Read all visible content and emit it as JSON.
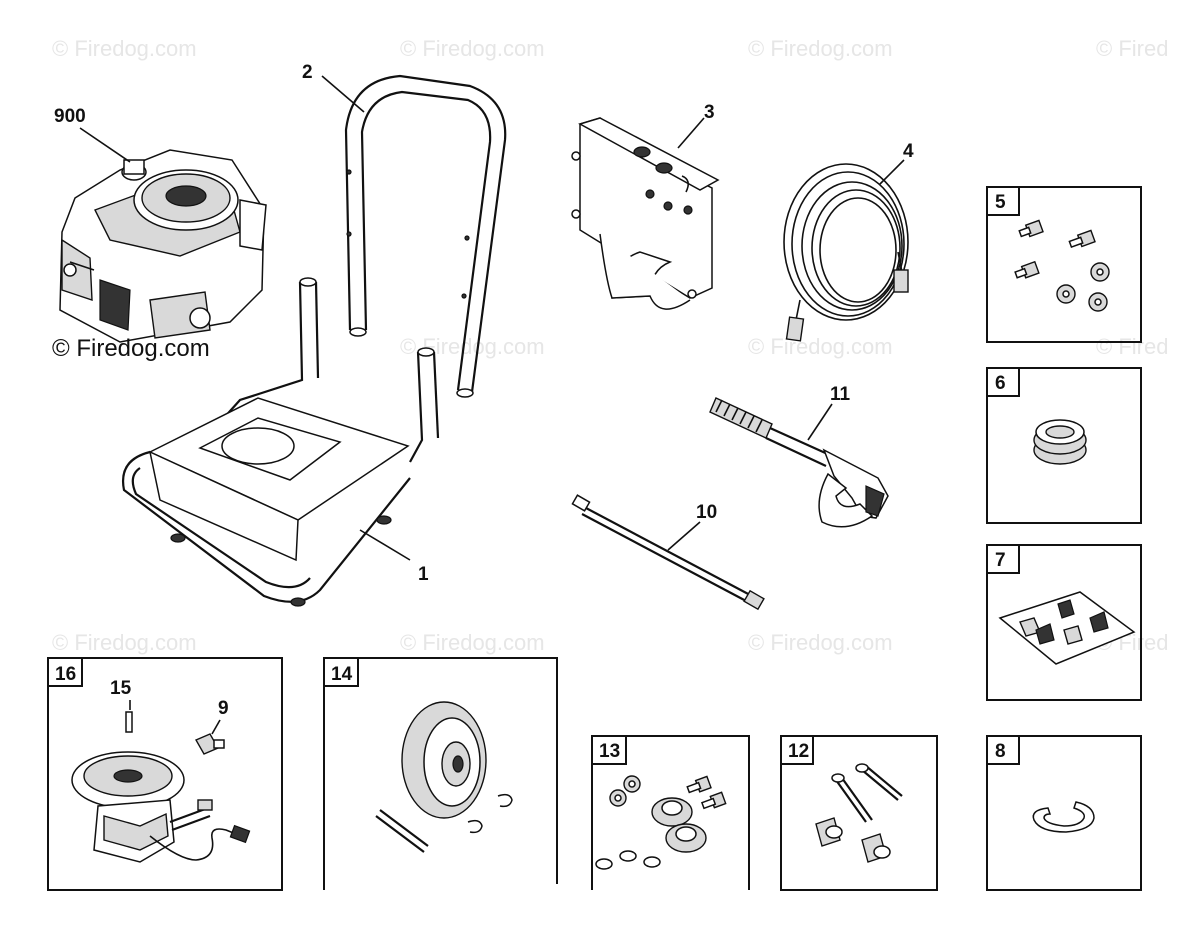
{
  "watermark": "© Firedog.com",
  "watermark_partial": "© Fired",
  "parts": {
    "p900": "900",
    "p1": "1",
    "p2": "2",
    "p3": "3",
    "p4": "4",
    "p5": "5",
    "p6": "6",
    "p7": "7",
    "p8": "8",
    "p9": "9",
    "p10": "10",
    "p11": "11",
    "p12": "12",
    "p13": "13",
    "p14": "14",
    "p15": "15",
    "p16": "16"
  }
}
